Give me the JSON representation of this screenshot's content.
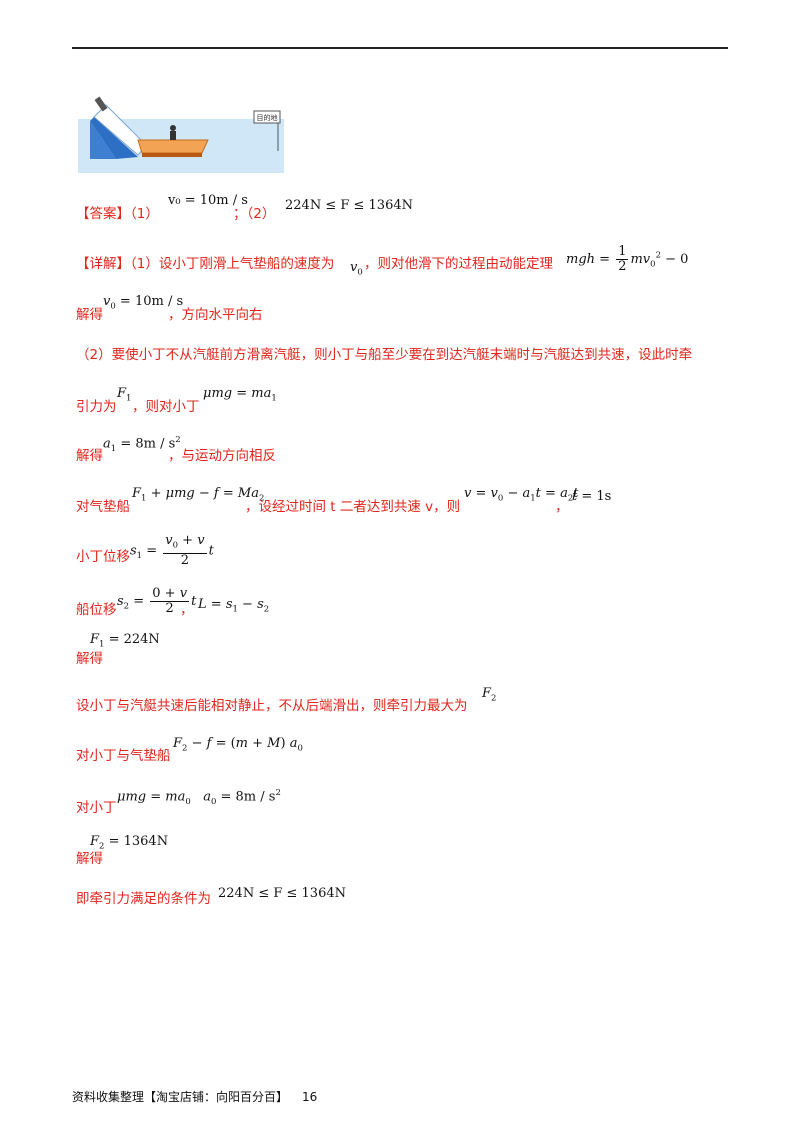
{
  "footer": {
    "source": "资料收集整理【淘宝店铺：向阳百分百】",
    "page": "16"
  },
  "figure": {
    "sign_text": "目的地"
  },
  "answer": {
    "label": "【答案】",
    "p1": "（1）",
    "sep": "；（2）",
    "f1": "v₀ = 10m / s",
    "f2": "224N ≤ F ≤ 1364N"
  },
  "detail": {
    "label": "【详解】",
    "l1_text": "（1）设小丁刚滑上气垫船的速度为",
    "l1_text2": "，则对他滑下的过程由动能定理",
    "l2_pre": "解得",
    "l2_post": "，方向水平向右",
    "l3": "（2）要使小丁不从汽艇前方滑离汽艇，则小丁与船至少要在到达汽艇末端时与汽艇达到共速，设此时牵",
    "l4_pre": "引力为",
    "l4_mid": "，则对小丁",
    "l5_pre": "解得",
    "l5_post": "，与运动方向相反",
    "l6_pre": "对气垫船",
    "l6_mid": "，设经过时间 t 二者达到共速 v，则",
    "l6_comma": "，",
    "l7_pre": "小丁位移",
    "l8_pre": "船位移",
    "l8_comma": "，",
    "l9_pre": "解得",
    "l10": "设小丁与汽艇共速后能相对静止，不从后端滑出，则牵引力最大为",
    "l11_pre": "对小丁与气垫船",
    "l12_pre": "对小丁",
    "l13_pre": "解得",
    "l14_pre": "即牵引力满足的条件为",
    "l14_math": "224N ≤ F ≤ 1364N"
  }
}
